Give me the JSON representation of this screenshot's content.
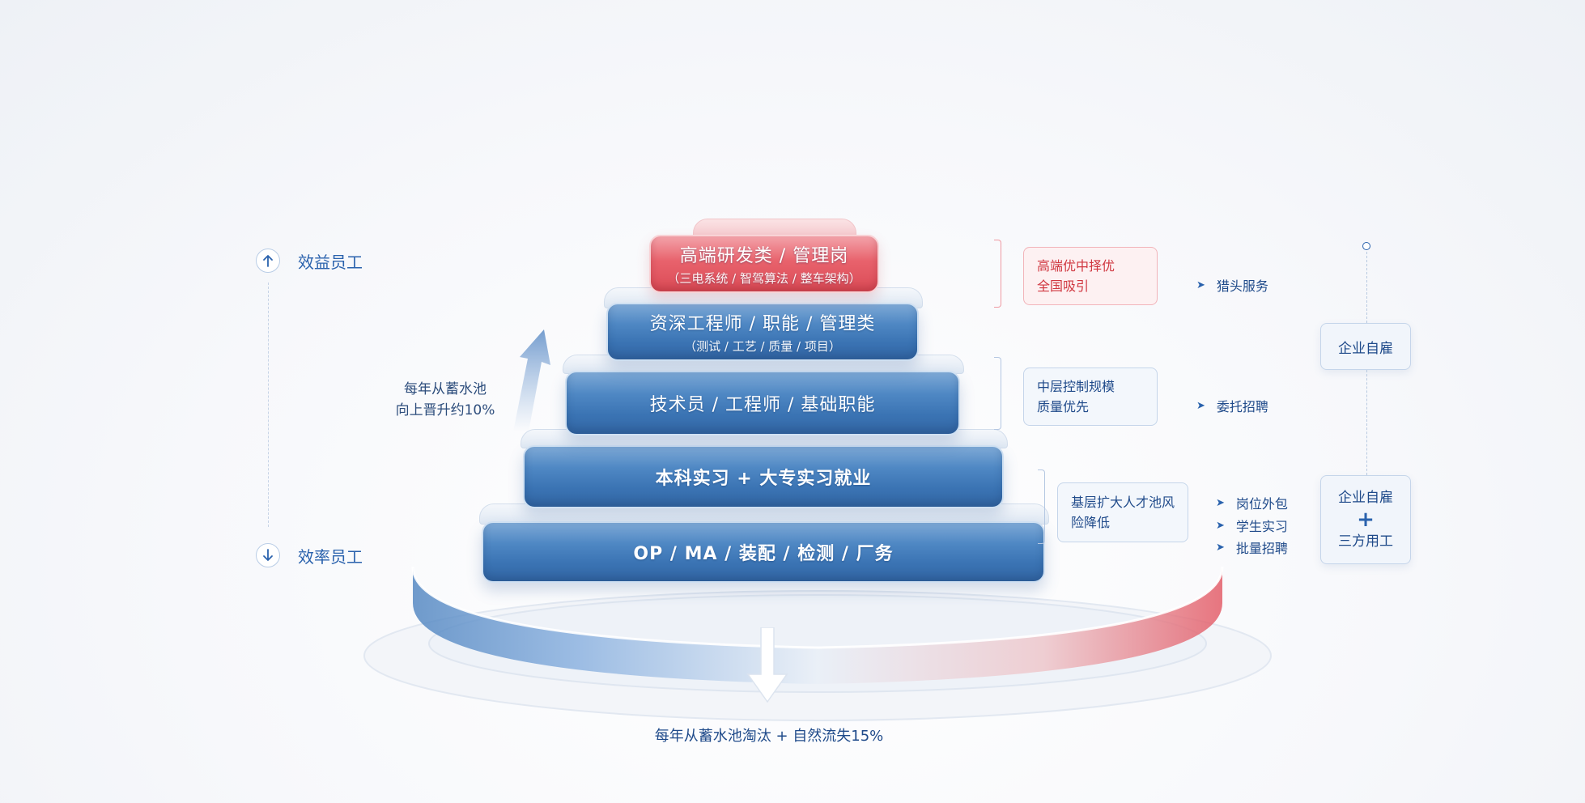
{
  "left_axis": {
    "top_label": "效益员工",
    "bottom_label": "效率员工",
    "up_icon": "arrow-up-icon",
    "down_icon": "arrow-down-icon"
  },
  "promotion_note": [
    "每年从蓄水池",
    "向上晋升约10%"
  ],
  "pyramid": {
    "tiers": [
      {
        "title": "高端研发类 / 管理岗",
        "subtitle": "（三电系统 / 智驾算法 / 整车架构）",
        "color": "#e24f5a"
      },
      {
        "title": "资深工程师 / 职能 / 管理类",
        "subtitle": "（测试 / 工艺 / 质量 / 项目）",
        "color": "#4a82c0"
      },
      {
        "title": "技术员 / 工程师 / 基础职能",
        "color": "#4a82c0"
      },
      {
        "title": "本科实习 + 大专实习就业",
        "color": "#4a82c0"
      },
      {
        "title": "OP / MA / 装配 / 检测 / 厂务",
        "color": "#4a82c0"
      }
    ]
  },
  "bottom_note": "每年从蓄水池淘汰 + 自然流失15%",
  "strategies": [
    {
      "lines": [
        "高端优中择优",
        "全国吸引"
      ],
      "tone": "red"
    },
    {
      "lines": [
        "中层控制规模",
        "质量优先"
      ],
      "tone": "blue"
    },
    {
      "lines": [
        "基层扩大人才池风",
        "险降低"
      ],
      "tone": "blue"
    }
  ],
  "channels": {
    "group1": [
      "猎头服务"
    ],
    "group2": [
      "委托招聘"
    ],
    "group3": [
      "岗位外包",
      "学生实习",
      "批量招聘"
    ]
  },
  "employment": {
    "box1": "企业自雇",
    "box2": [
      "企业自雇",
      "+",
      "三方用工"
    ]
  },
  "colors": {
    "accent_blue": "#2a62ad",
    "accent_red": "#e24f5a"
  }
}
